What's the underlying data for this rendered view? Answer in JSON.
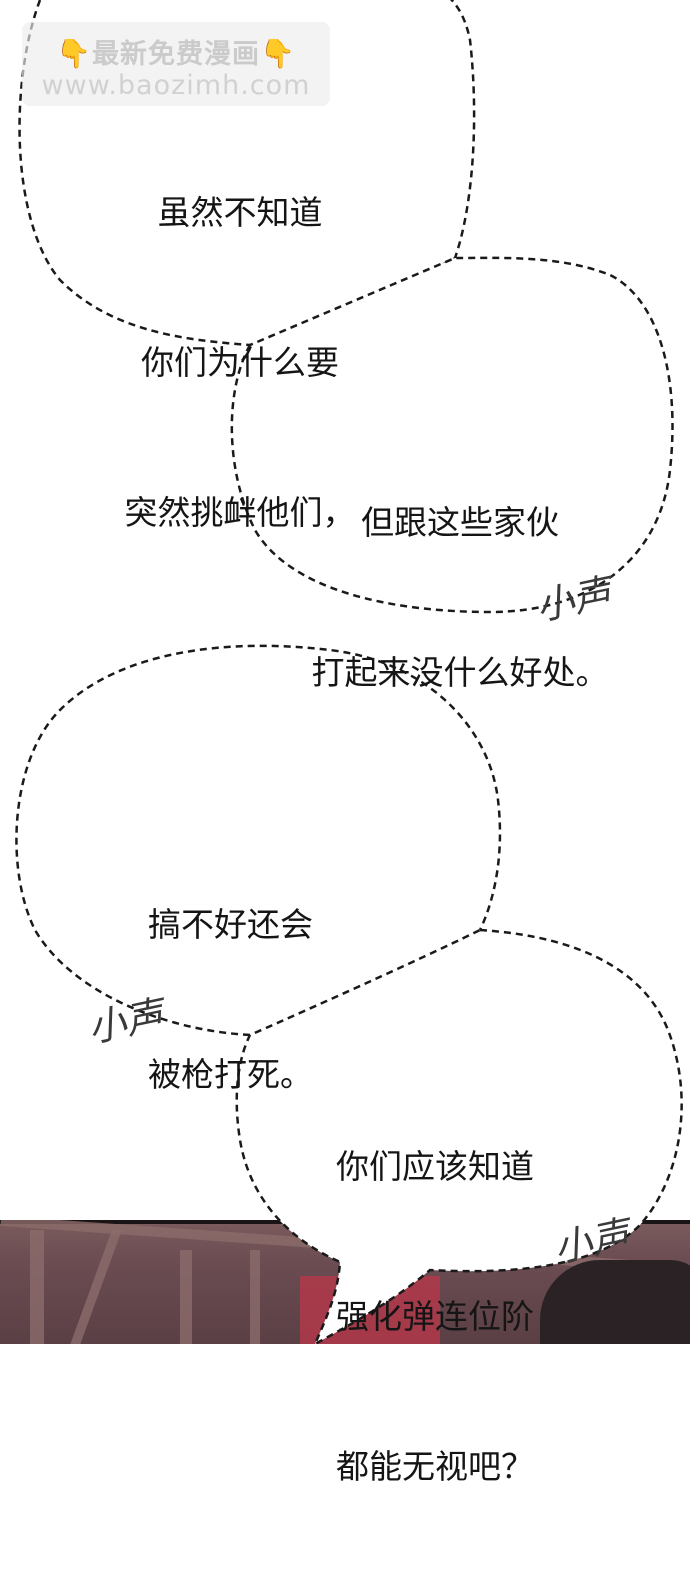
{
  "watermark": {
    "text": "最新免费漫画",
    "url": "www.baozimh.com",
    "left_icon": "pointing-down-hand-icon",
    "right_icon": "pointing-down-hand-icon"
  },
  "bubbles": [
    {
      "lines": [
        "虽然不知道",
        "你们为什么要",
        "突然挑衅他们，"
      ]
    },
    {
      "lines": [
        "但跟这些家伙",
        "打起来没什么好处。"
      ]
    },
    {
      "lines": [
        "搞不好还会",
        "被枪打死。"
      ]
    },
    {
      "lines": [
        "你们应该知道",
        "强化弹连位阶",
        "都能无视吧？"
      ]
    }
  ],
  "sound_effects": [
    "小声",
    "小声",
    "小声"
  ],
  "colors": {
    "ink": "#151515",
    "page": "#ffffff",
    "hand": "#f2b233"
  }
}
